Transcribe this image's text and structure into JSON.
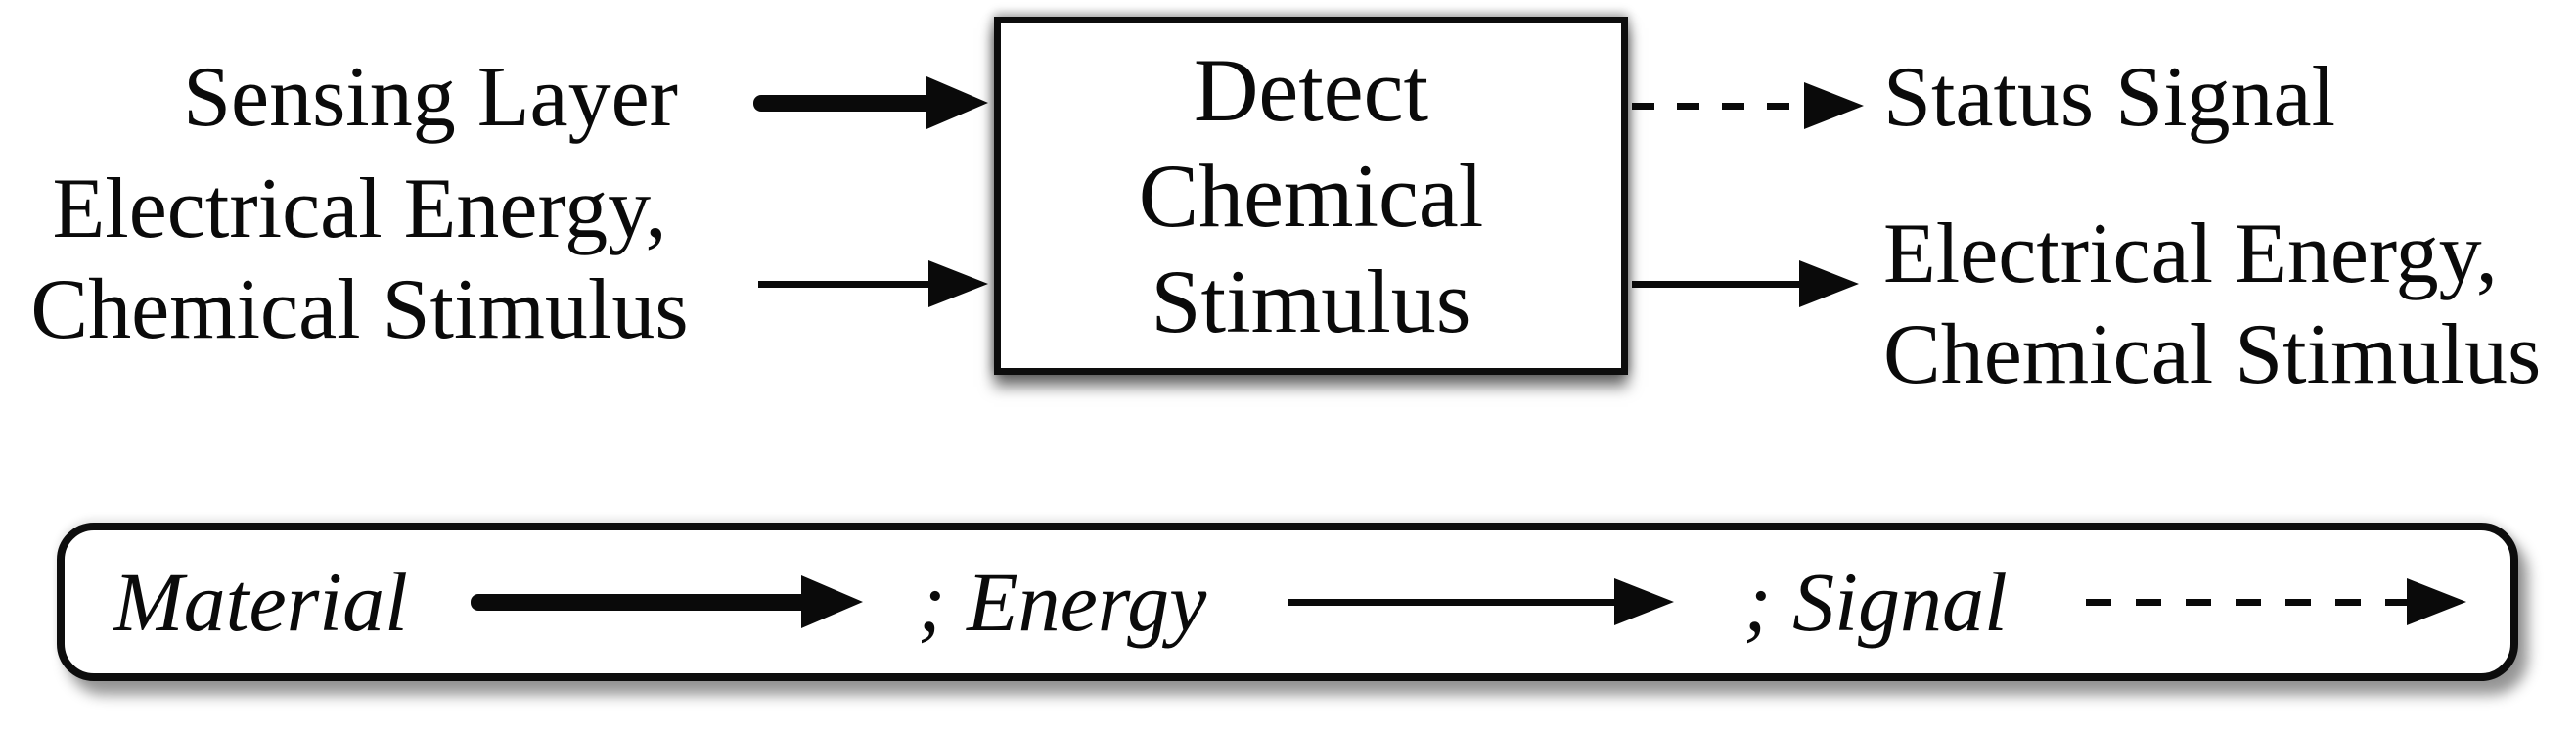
{
  "diagram": {
    "function_box": {
      "line1": "Detect",
      "line2": "Chemical",
      "line3": "Stimulus"
    },
    "inputs": {
      "material_label": "Sensing Layer",
      "flow_line1": "Electrical Energy,",
      "flow_line2": "Chemical Stimulus"
    },
    "outputs": {
      "signal_label": "Status Signal",
      "flow_line1": "Electrical Energy,",
      "flow_line2": "Chemical Stimulus"
    },
    "legend": {
      "material_label": "Material",
      "energy_label": "; Energy",
      "signal_label": "; Signal"
    },
    "arrow_types": {
      "material": "thick-solid",
      "energy": "thin-solid",
      "signal": "dashed"
    },
    "colors": {
      "ink": "#0a0a0a",
      "background": "#ffffff"
    }
  }
}
